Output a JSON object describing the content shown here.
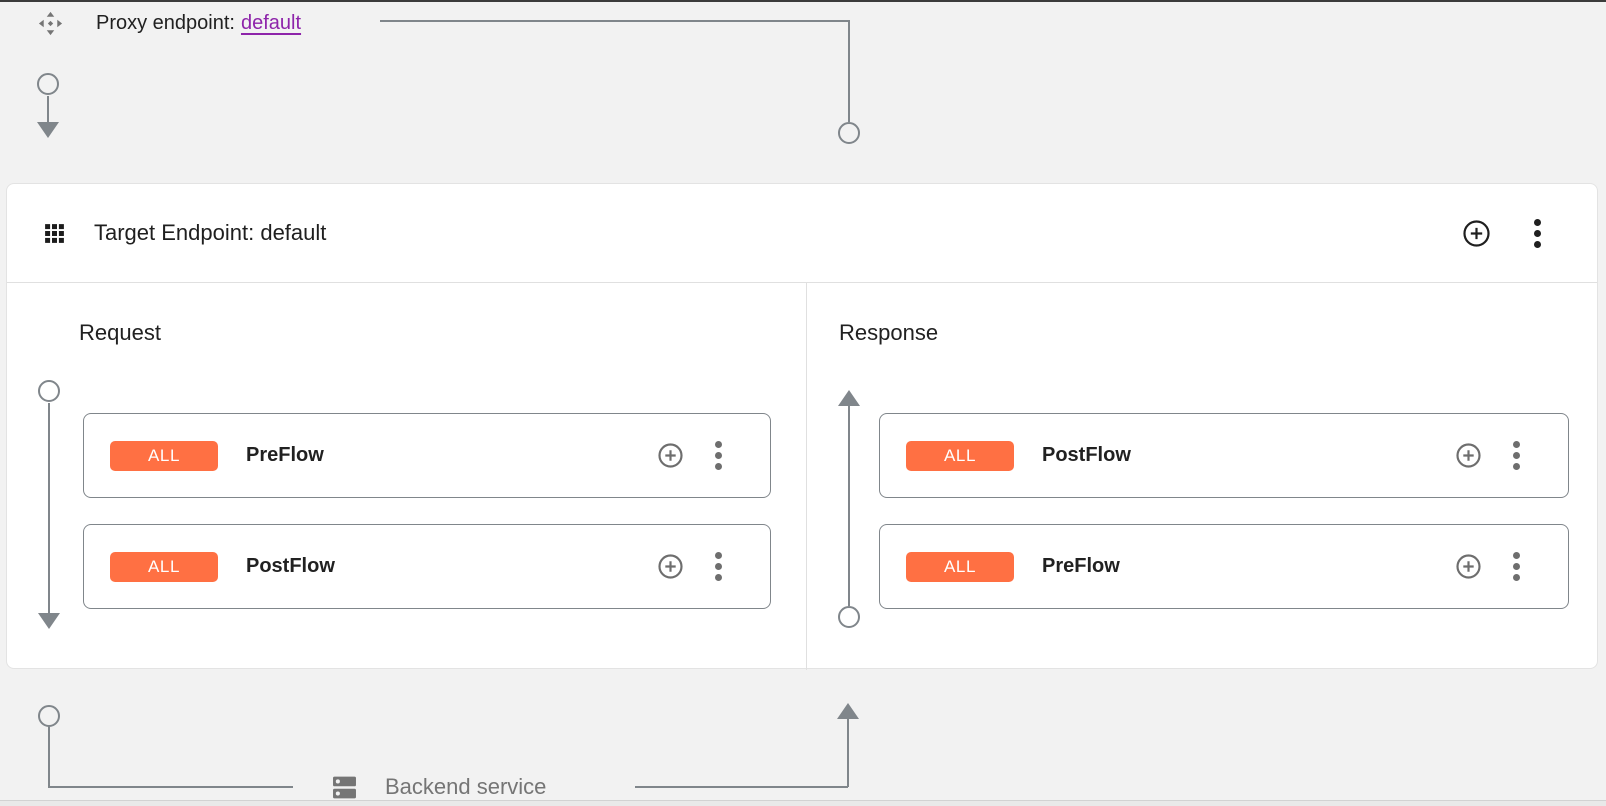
{
  "colors": {
    "background": "#f2f2f2",
    "surface": "#ffffff",
    "panel_border": "#e0e0e0",
    "flow_card_border": "#80868b",
    "connector": "#80868b",
    "badge_background": "#ff7043",
    "badge_text": "#ffffff",
    "text_primary": "#212121",
    "text_secondary": "#757575",
    "link_purple": "#8e24aa"
  },
  "proxy_endpoint": {
    "icon": "move-icon",
    "label": "Proxy endpoint:",
    "link_text": "default"
  },
  "target_endpoint": {
    "icon": "apps-grid-icon",
    "title": "Target Endpoint: default",
    "add_icon": "add-circle-icon",
    "menu_icon": "more-vert-icon",
    "request": {
      "label": "Request",
      "flows": [
        {
          "badge": "ALL",
          "name": "PreFlow"
        },
        {
          "badge": "ALL",
          "name": "PostFlow"
        }
      ]
    },
    "response": {
      "label": "Response",
      "flows": [
        {
          "badge": "ALL",
          "name": "PostFlow"
        },
        {
          "badge": "ALL",
          "name": "PreFlow"
        }
      ]
    }
  },
  "backend_service": {
    "icon": "dns-icon",
    "label": "Backend service"
  }
}
